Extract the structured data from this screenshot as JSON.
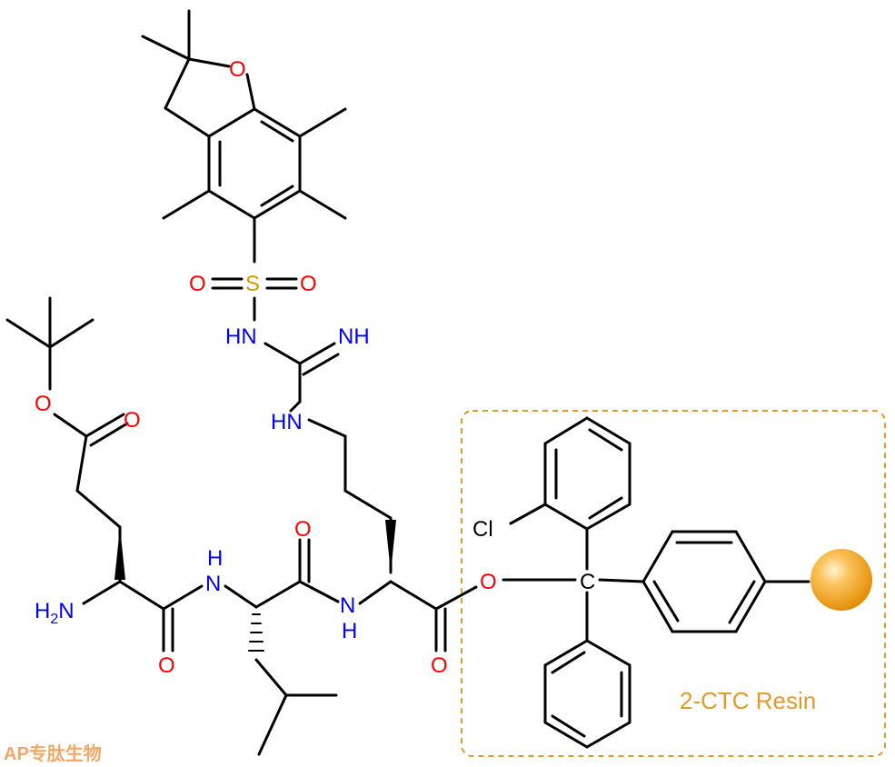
{
  "atoms": {
    "O_ring": "O",
    "S": "S",
    "O_s_left": "O",
    "O_s_right": "O",
    "NH_sulf": "HN",
    "NH_imine": "NH",
    "NH_guan": "HN",
    "O_ester": "O",
    "O_glu_co": "O",
    "N_amine": "H",
    "N_amine_sub": "2",
    "N_amine_n": "N",
    "NH_pep1": "H",
    "NH_pep1_n": "N",
    "O_leu_co": "O",
    "O_glu_amide": "O",
    "NH_pep2": "N",
    "NH_pep2_h": "H",
    "O_arg_co": "O",
    "O_link": "O",
    "C_trityl": "C",
    "Cl": "Cl"
  },
  "resin": {
    "label": "2-CTC Resin",
    "bead_color": "#f5a623"
  },
  "watermark": "AP专肽生物",
  "colors": {
    "nitrogen": "#0000ff",
    "oxygen": "#ff0000",
    "sulfur": "#d69a00",
    "resin": "#e39a2b"
  }
}
